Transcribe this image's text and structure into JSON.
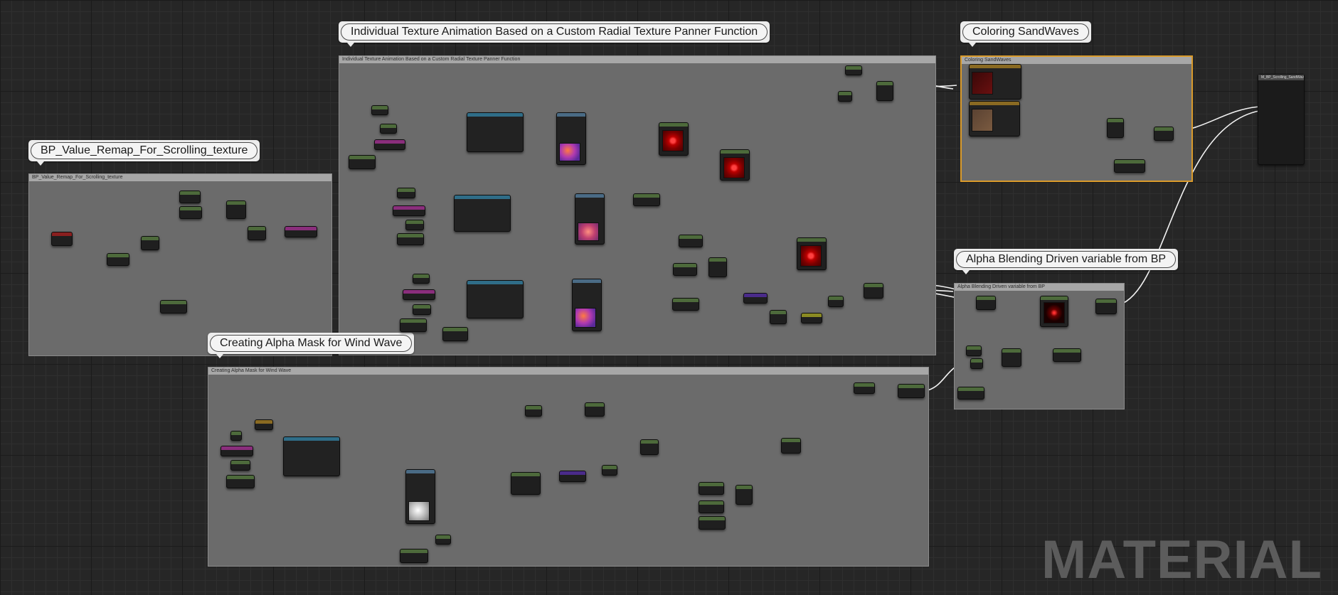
{
  "comments": {
    "remap": {
      "bubble": "BP_Value_Remap_For_Scrolling_texture",
      "bar": "BP_Value_Remap_For_Scrolling_texture"
    },
    "anim": {
      "bubble": "Individual Texture Animation Based on a Custom Radial Texture Panner Function",
      "bar": "Individual Texture Animation Based on a Custom Radial Texture Panner Function"
    },
    "coloring": {
      "bubble": "Coloring SandWaves",
      "bar": "Coloring SandWaves"
    },
    "alpha_bp": {
      "bubble": "Alpha Blending Driven variable from BP",
      "bar": "Alpha Blending Driven variable from BP"
    },
    "mask": {
      "bubble": "Creating Alpha Mask for Wind Wave",
      "bar": "Creating Alpha Mask for Wind Wave"
    }
  },
  "main_node": {
    "title": "M_BP_Scrolling_SandWaves"
  },
  "watermark": "MATERIAL",
  "colors": {
    "selection": "#d99a2b",
    "wire": "#f2f2f2",
    "bubble": "#ececec"
  }
}
